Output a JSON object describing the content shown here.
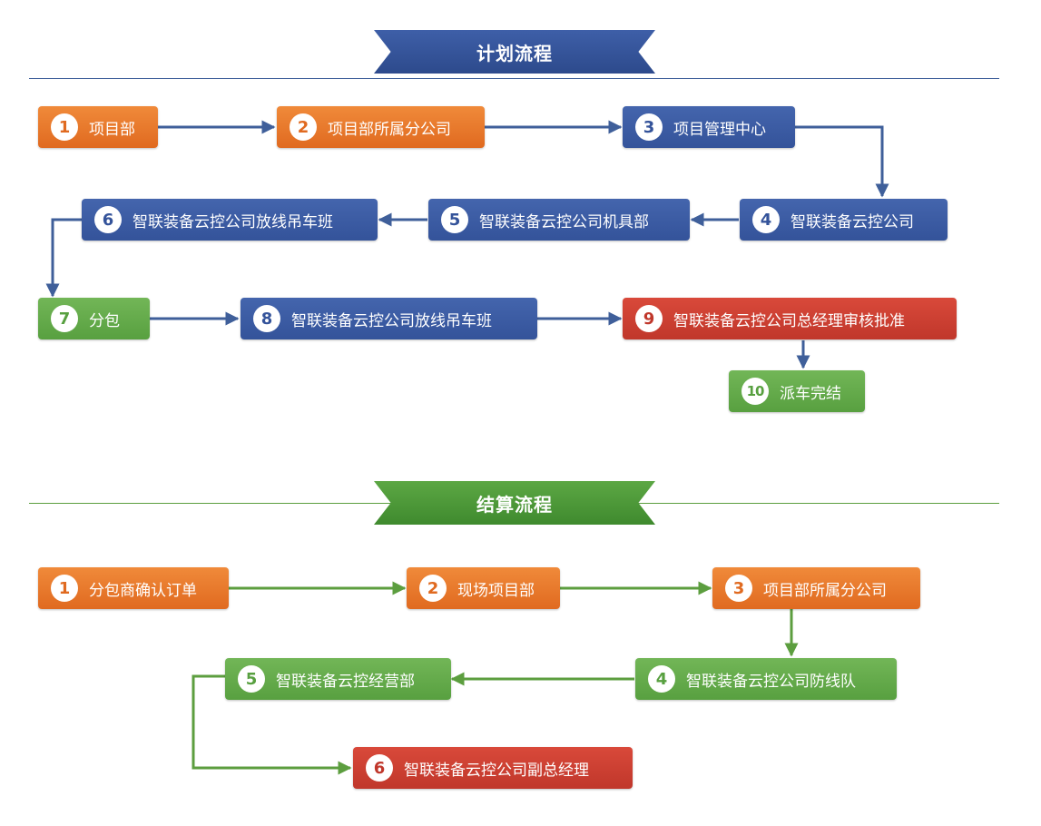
{
  "plan": {
    "title": "计划流程",
    "colors": {
      "line": "#3f5f9a"
    },
    "steps": [
      {
        "num": "1",
        "label": "项目部",
        "color": "orange"
      },
      {
        "num": "2",
        "label": "项目部所属分公司",
        "color": "orange"
      },
      {
        "num": "3",
        "label": "项目管理中心",
        "color": "blue"
      },
      {
        "num": "4",
        "label": "智联装备云控公司",
        "color": "blue"
      },
      {
        "num": "5",
        "label": "智联装备云控公司机具部",
        "color": "blue"
      },
      {
        "num": "6",
        "label": "智联装备云控公司放线吊车班",
        "color": "blue"
      },
      {
        "num": "7",
        "label": "分包",
        "color": "green"
      },
      {
        "num": "8",
        "label": "智联装备云控公司放线吊车班",
        "color": "blue"
      },
      {
        "num": "9",
        "label": "智联装备云控公司总经理审核批准",
        "color": "red"
      },
      {
        "num": "10",
        "label": "派车完结",
        "color": "green"
      }
    ]
  },
  "settlement": {
    "title": "结算流程",
    "colors": {
      "line": "#5c9e3f"
    },
    "steps": [
      {
        "num": "1",
        "label": "分包商确认订单",
        "color": "orange"
      },
      {
        "num": "2",
        "label": "现场项目部",
        "color": "orange"
      },
      {
        "num": "3",
        "label": "项目部所属分公司",
        "color": "orange"
      },
      {
        "num": "4",
        "label": "智联装备云控公司防线队",
        "color": "green"
      },
      {
        "num": "5",
        "label": "智联装备云控经营部",
        "color": "green"
      },
      {
        "num": "6",
        "label": "智联装备云控公司副总经理",
        "color": "red"
      }
    ]
  }
}
